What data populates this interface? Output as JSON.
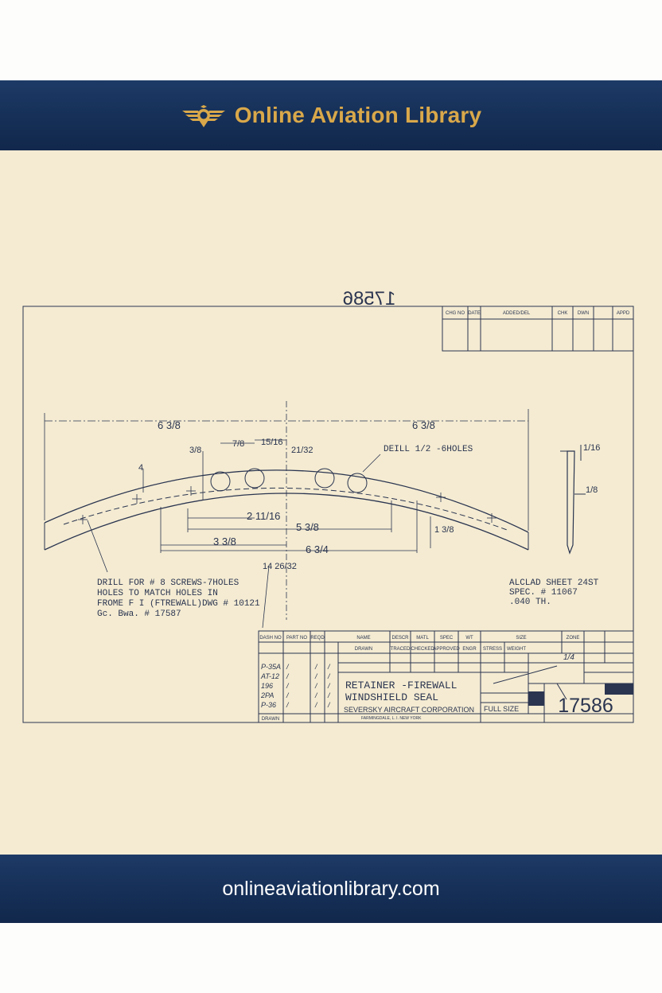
{
  "header": {
    "brand": "Online Aviation Library",
    "logo_icon": "winged-emblem-icon"
  },
  "footer": {
    "url": "onlineaviationlibrary.com"
  },
  "colors": {
    "navy": "#163058",
    "gold": "#d9a84a",
    "paper": "#f4ebd2",
    "ink": "#2b3550"
  },
  "drawing": {
    "mirrored_number": "17586",
    "dimensions": {
      "overall_left": "6 3/8",
      "overall_right": "6 3/8",
      "d_3_8": "3/8",
      "d_7_8": "7/8",
      "d_15_16": "15/16",
      "d_21_32": "21/32",
      "d_4": "4",
      "d_2_11_16": "2 11/16",
      "d_5_3_8": "5 3/8",
      "d_3_3_8": "3 3/8",
      "d_6_3_4": "6 3/4",
      "d_14_26": "14 26/32",
      "d_1_3_8": "1 3/8",
      "d_side_1_16": "1/16",
      "d_side_1_8": "1/8"
    },
    "note_drill_holes": "DEILL 1/2 -6HOLES",
    "note_drill_screws": [
      "DRILL FOR # 8 SCREWS-7HOLES",
      "HOLES TO MATCH HOLES IN",
      "FROME F I (FTREWALL)DWG # 10121",
      "Gc. Bwa. # 17587"
    ],
    "material": [
      "ALCLAD SHEET 24ST",
      "SPEC. # 11067",
      ".040 TH."
    ],
    "revision_block": {
      "headers": [
        "CHG NO",
        "DATE",
        "ADDED/DEL",
        "CHK",
        "DWN",
        "APPD"
      ]
    },
    "title_block": {
      "title_line1": "RETAINER -FIREWALL",
      "title_line2": "WINDSHIELD SEAL",
      "company": "SEVERSKY AIRCRAFT CORPORATION",
      "company_sub": "FARMINGDALE, L. I. NEW YORK",
      "scale": "FULL SIZE",
      "drawing_number": "17586",
      "used_on": [
        "P-35A",
        "AT-12",
        "196",
        "2PA",
        "P-36"
      ],
      "col_headers": [
        "DASH NO",
        "PART NO",
        "REQD",
        "NAME",
        "DESCR",
        "MATL",
        "SPEC",
        "WT",
        "SIZE",
        "ZONE"
      ],
      "sub_headers": [
        "DRAWN",
        "TRACED",
        "CHECKED",
        "APPROVED",
        "ENGR",
        "STRESS",
        "WEIGHT"
      ],
      "misc_4": "1/4",
      "signoff": "DRAWN"
    }
  }
}
